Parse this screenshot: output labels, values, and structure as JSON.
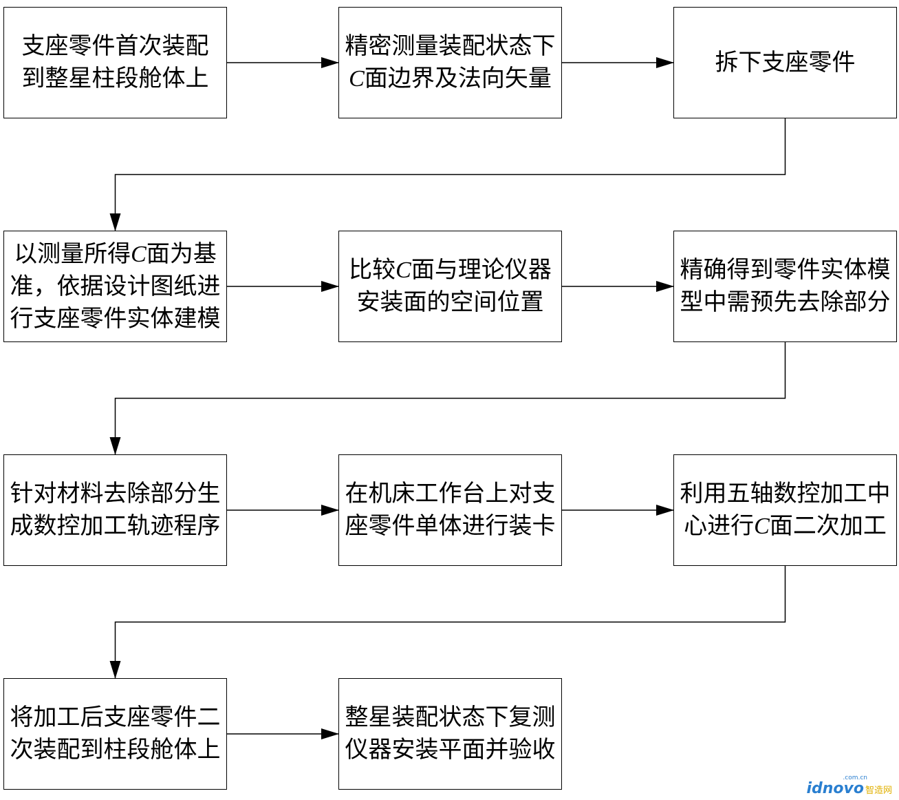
{
  "flowchart": {
    "steps": [
      {
        "id": "s1",
        "lines": [
          [
            {
              "t": "支座零件首次装配"
            }
          ],
          [
            {
              "t": "到整星柱段舱体上"
            }
          ]
        ]
      },
      {
        "id": "s2",
        "lines": [
          [
            {
              "t": "精密测量装配状态下"
            }
          ],
          [
            {
              "t": "C",
              "c": true
            },
            {
              "t": "面边界及法向矢量"
            }
          ]
        ]
      },
      {
        "id": "s3",
        "lines": [
          [
            {
              "t": "拆下支座零件"
            }
          ]
        ]
      },
      {
        "id": "s4",
        "lines": [
          [
            {
              "t": "以测量所得"
            },
            {
              "t": "C",
              "c": true
            },
            {
              "t": "面为基"
            }
          ],
          [
            {
              "t": "准，依据设计图纸进"
            }
          ],
          [
            {
              "t": "行支座零件实体建模"
            }
          ]
        ]
      },
      {
        "id": "s5",
        "lines": [
          [
            {
              "t": "比较"
            },
            {
              "t": "C",
              "c": true
            },
            {
              "t": "面与理论仪器"
            }
          ],
          [
            {
              "t": "安装面的空间位置"
            }
          ]
        ]
      },
      {
        "id": "s6",
        "lines": [
          [
            {
              "t": "精确得到零件实体模"
            }
          ],
          [
            {
              "t": "型中需预先去除部分"
            }
          ]
        ]
      },
      {
        "id": "s7",
        "lines": [
          [
            {
              "t": "针对材料去除部分生"
            }
          ],
          [
            {
              "t": "成数控加工轨迹程序"
            }
          ]
        ]
      },
      {
        "id": "s8",
        "lines": [
          [
            {
              "t": "在机床工作台上对支"
            }
          ],
          [
            {
              "t": "座零件单体进行装卡"
            }
          ]
        ]
      },
      {
        "id": "s9",
        "lines": [
          [
            {
              "t": "利用五轴数控加工中"
            }
          ],
          [
            {
              "t": "心进行"
            },
            {
              "t": "C",
              "c": true
            },
            {
              "t": "面二次加工"
            }
          ]
        ]
      },
      {
        "id": "s10",
        "lines": [
          [
            {
              "t": "将加工后支座零件二"
            }
          ],
          [
            {
              "t": "次装配到柱段舱体上"
            }
          ]
        ]
      },
      {
        "id": "s11",
        "lines": [
          [
            {
              "t": "整星装配状态下复测"
            }
          ],
          [
            {
              "t": "仪器安装平面并验收"
            }
          ]
        ]
      }
    ],
    "connections": [
      [
        "s1",
        "s2"
      ],
      [
        "s2",
        "s3"
      ],
      [
        "s3",
        "s4"
      ],
      [
        "s4",
        "s5"
      ],
      [
        "s5",
        "s6"
      ],
      [
        "s6",
        "s7"
      ],
      [
        "s7",
        "s8"
      ],
      [
        "s8",
        "s9"
      ],
      [
        "s9",
        "s10"
      ],
      [
        "s10",
        "s11"
      ]
    ]
  },
  "watermark": {
    "brand": "idnovo",
    "cn": "智造网",
    "domain": ".com.cn"
  }
}
